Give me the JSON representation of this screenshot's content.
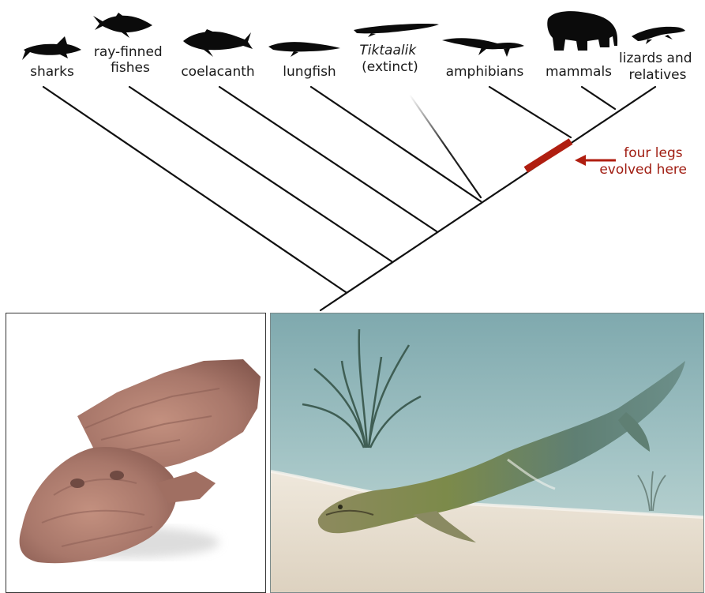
{
  "tree": {
    "taxa": [
      {
        "id": "sharks",
        "lines": [
          "sharks"
        ],
        "italic": false,
        "icon": "shark-icon"
      },
      {
        "id": "ray-finned-fishes",
        "lines": [
          "ray-finned",
          "fishes"
        ],
        "italic": false,
        "icon": "tuna-fish-icon"
      },
      {
        "id": "coelacanth",
        "lines": [
          "coelacanth"
        ],
        "italic": false,
        "icon": "coelacanth-icon"
      },
      {
        "id": "lungfish",
        "lines": [
          "lungfish"
        ],
        "italic": false,
        "icon": "lungfish-icon"
      },
      {
        "id": "tiktaalik",
        "lines": [
          "Tiktaalik",
          "(extinct)"
        ],
        "italic": true,
        "icon": "tiktaalik-icon"
      },
      {
        "id": "amphibians",
        "lines": [
          "amphibians"
        ],
        "italic": false,
        "icon": "salamander-icon"
      },
      {
        "id": "mammals",
        "lines": [
          "mammals"
        ],
        "italic": false,
        "icon": "elephant-icon"
      },
      {
        "id": "lizards-and-relatives",
        "lines": [
          "lizards and",
          "relatives"
        ],
        "italic": false,
        "icon": "lizard-icon"
      }
    ],
    "annotation": {
      "lines": [
        "four legs",
        "evolved here"
      ],
      "color": "#b01e10"
    },
    "colors": {
      "line": "#111111",
      "highlight": "#b01e10",
      "silhouette": "#0b0b0b"
    }
  },
  "images": {
    "fossil": {
      "icon": "tiktaalik-fossil-photo",
      "background": "#ffffff",
      "rock_color": "#b07d70"
    },
    "reconstruction": {
      "icon": "tiktaalik-reconstruction-illustration",
      "water_color": "#8fb6bb",
      "sand_color": "#e9e2d6"
    }
  }
}
